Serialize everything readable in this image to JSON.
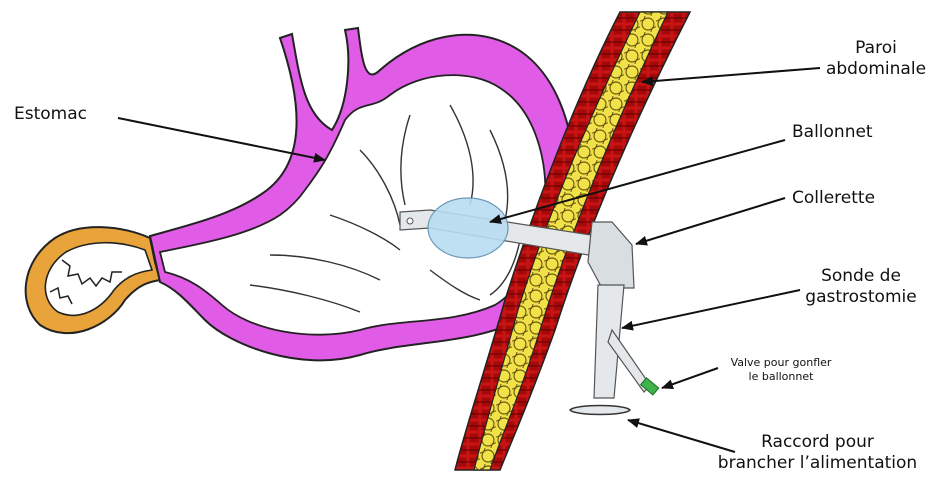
{
  "labels": {
    "stomach": "Estomac",
    "abdominal_wall_1": "Paroi",
    "abdominal_wall_2": "abdominale",
    "balloon": "Ballonnet",
    "collar": "Collerette",
    "tube_1": "Sonde de",
    "tube_2": "gastrostomie",
    "valve_1": "Valve pour gonfler",
    "valve_2": "le ballonnet",
    "connector_1": "Raccord pour",
    "connector_2": "brancher l’alimentation"
  },
  "colors": {
    "stomach_wall": "#e05ce6",
    "stomach_wall_edge": "#b22fbd",
    "muscle_red": "#c81414",
    "fat_yellow": "#f2e24a",
    "intestine_orange": "#e8a33a",
    "balloon": "#b9dcf2",
    "tube": "#e4e8ea",
    "valve_tip": "#3fb24a"
  }
}
